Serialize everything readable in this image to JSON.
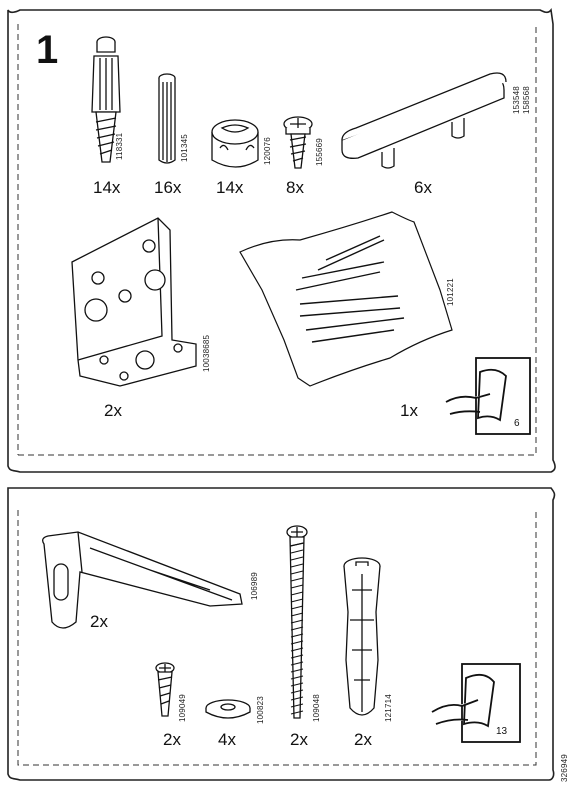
{
  "step": "1",
  "panel1": {
    "parts": [
      {
        "id": "dowel-screw",
        "code": "118331",
        "qty": "14x"
      },
      {
        "id": "wood-dowel",
        "code": "101345",
        "qty": "16x"
      },
      {
        "id": "cam-lock",
        "code": "120076",
        "qty": "14x"
      },
      {
        "id": "small-screw",
        "code": "155669",
        "qty": "8x"
      },
      {
        "id": "handle",
        "code": "153548\n158568",
        "code1": "153548",
        "code2": "158568",
        "qty": "6x"
      },
      {
        "id": "corner-bracket",
        "code": "10038685",
        "qty": "2x"
      },
      {
        "id": "nail-bag",
        "code": "101221",
        "qty": "1x"
      }
    ],
    "page_ref": "6"
  },
  "panel2": {
    "parts": [
      {
        "id": "wall-bracket",
        "code": "106989",
        "qty": "2x"
      },
      {
        "id": "short-screw",
        "code": "109049",
        "qty": "2x"
      },
      {
        "id": "washer",
        "code": "100823",
        "qty": "4x"
      },
      {
        "id": "long-screw",
        "code": "109048",
        "qty": "2x"
      },
      {
        "id": "wall-plug",
        "code": "121714",
        "qty": "2x"
      }
    ],
    "page_ref": "13"
  },
  "doc_number": "326949"
}
